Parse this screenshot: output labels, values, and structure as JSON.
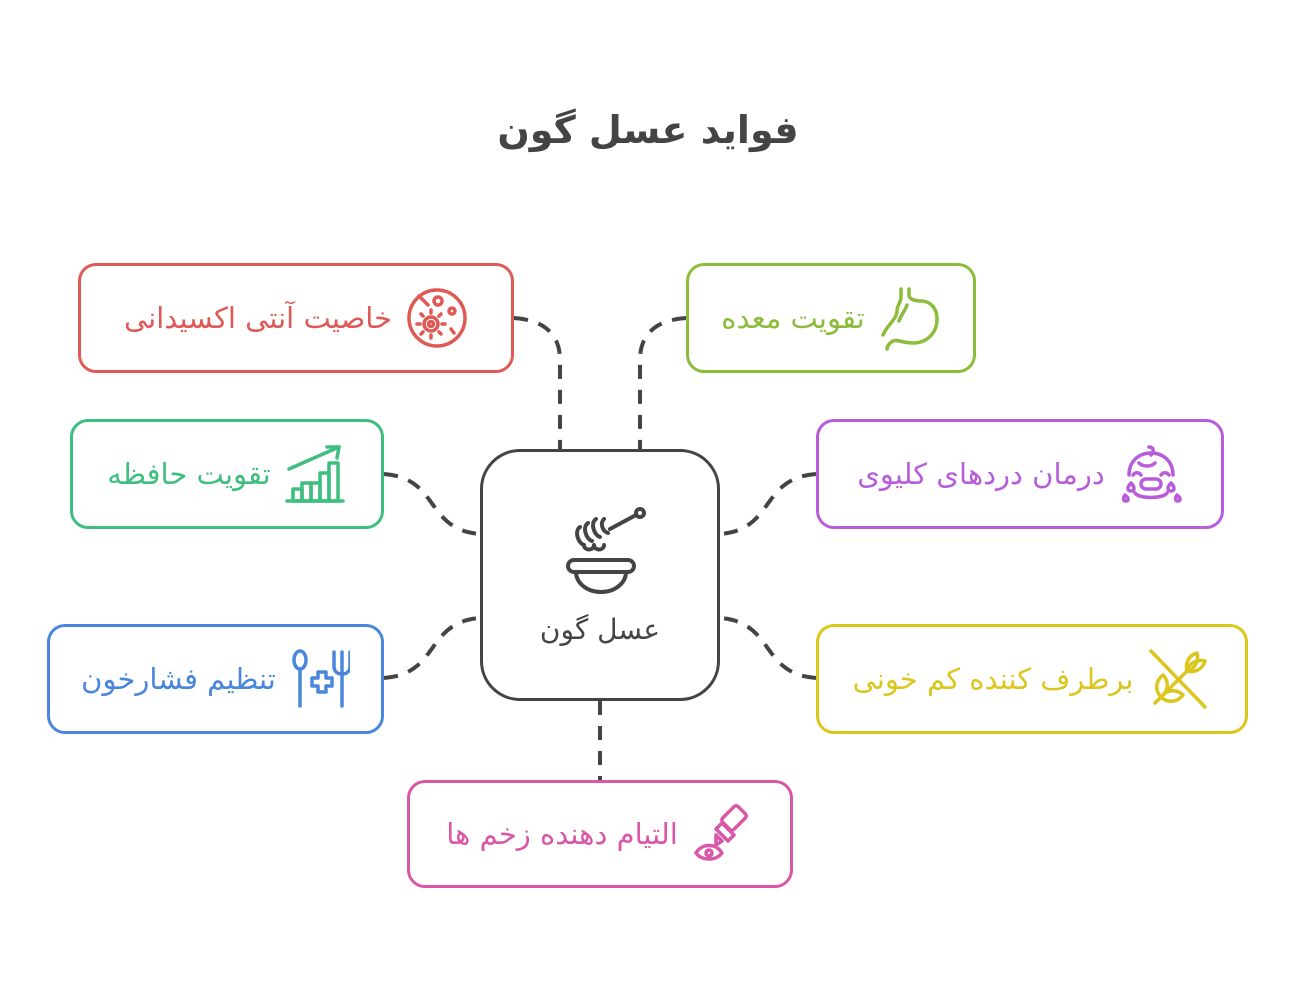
{
  "title": "فواید عسل گون",
  "center": {
    "label": "عسل گون",
    "icon": "honey-dipper-bowl-icon",
    "color": "#444444"
  },
  "nodes": [
    {
      "id": "antioxidant",
      "label": "خاصیت آنتی اکسیدانی",
      "icon": "no-virus-gear-icon",
      "color": "#E05A55",
      "position": "top-left"
    },
    {
      "id": "stomach",
      "label": "تقویت معده",
      "icon": "stomach-icon",
      "color": "#8CBD3A",
      "position": "top-right"
    },
    {
      "id": "memory",
      "label": "تقویت حافظه",
      "icon": "growth-chart-icon",
      "color": "#3EBF7F",
      "position": "middle-left"
    },
    {
      "id": "colic",
      "label": "درمان دردهای کلیوی",
      "icon": "crying-baby-icon",
      "color": "#B85CDB",
      "position": "middle-right"
    },
    {
      "id": "blood-pressure",
      "label": "تنظیم فشارخون",
      "icon": "spoon-fork-medical-icon",
      "color": "#4A86DB",
      "position": "lower-left"
    },
    {
      "id": "anemia",
      "label": "برطرف کننده کم خونی",
      "icon": "no-wheat-icon",
      "color": "#DCC61E",
      "position": "lower-right"
    },
    {
      "id": "wound",
      "label": "التیام دهنده زخم ها",
      "icon": "eye-drops-icon",
      "color": "#D957A8",
      "position": "bottom"
    }
  ],
  "connector_color": "#444444"
}
